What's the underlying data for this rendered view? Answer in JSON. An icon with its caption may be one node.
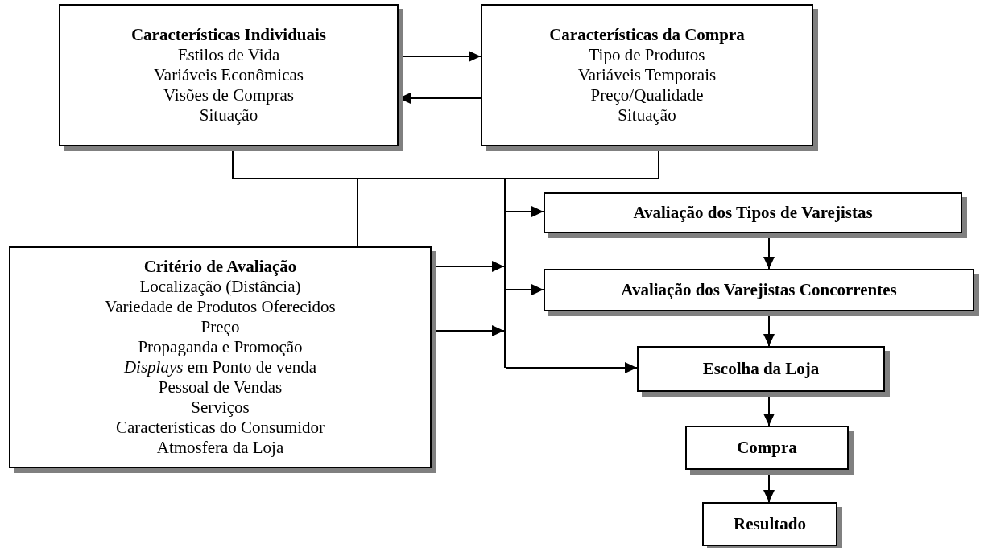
{
  "diagram": {
    "nodes": [
      {
        "text": [
          "Características Individuais",
          "Estilos de Vida",
          "Variáveis Econômicas",
          "Visões de Compras",
          "Situação"
        ]
      },
      {
        "text": [
          "Características da Compra",
          "Tipo de Produtos",
          "Variáveis Temporais",
          "Preço/Qualidade",
          "Situação"
        ]
      },
      {
        "text": [
          "Critério de Avaliação",
          "Localização (Distância)",
          "Variedade de Produtos Oferecidos",
          "Preço",
          "Propaganda e Promoção",
          "*Displays* em Ponto de venda",
          "Pessoal de Vendas",
          "Serviços",
          "Características do Consumidor",
          "Atmosfera da Loja"
        ]
      },
      {
        "text": [],
        "shape": "bar"
      },
      {
        "text": [
          "Avaliação dos Tipos de Varejistas"
        ]
      },
      {
        "text": [
          "Avaliação dos Varejistas Concorrentes"
        ]
      },
      {
        "text": [
          "Escolha da Loja"
        ]
      },
      {
        "text": [
          "Compra"
        ]
      },
      {
        "text": [
          "Resultado"
        ]
      }
    ],
    "edges": [
      {
        "from": 0,
        "to": 1,
        "arrow": "to"
      },
      {
        "from": 1,
        "to": 0,
        "arrow": "to"
      },
      {
        "from": 0,
        "to": 2,
        "arrow": "none"
      },
      {
        "from": 1,
        "to": 2,
        "arrow": "none"
      },
      {
        "from": 0,
        "to": 3,
        "arrow": "none"
      },
      {
        "from": 1,
        "to": 3,
        "arrow": "none"
      },
      {
        "from": 2,
        "to": 3,
        "arrow": "to"
      },
      {
        "from": 2,
        "to": 3,
        "arrow": "to"
      },
      {
        "from": 3,
        "to": 4,
        "arrow": "to"
      },
      {
        "from": 3,
        "to": 5,
        "arrow": "to"
      },
      {
        "from": 3,
        "to": 6,
        "arrow": "to"
      },
      {
        "from": 4,
        "to": 5,
        "arrow": "to"
      },
      {
        "from": 5,
        "to": 6,
        "arrow": "to"
      },
      {
        "from": 6,
        "to": 7,
        "arrow": "to"
      },
      {
        "from": 7,
        "to": 8,
        "arrow": "to"
      }
    ]
  }
}
